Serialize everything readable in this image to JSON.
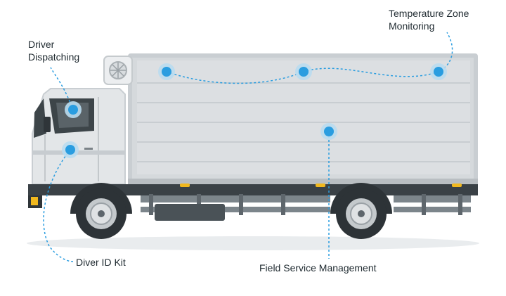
{
  "labels": {
    "driver_dispatching": [
      "Driver",
      "Dispatching"
    ],
    "temperature_zone_monitoring": [
      "Temperature Zone",
      "Monitoring"
    ],
    "diver_id_kit": "Diver ID Kit",
    "field_service_management": "Field Service Management"
  },
  "colors": {
    "marker": "#2a9de0",
    "marker_halo": "#b9dcef",
    "leader_line": "#2a9de0",
    "cab_body": "#e3e6e8",
    "cargo_box": "#d5d9dc",
    "chassis": "#3a4146",
    "wheel": "#2d3337",
    "rim": "#c4c9cc",
    "indicator_light": "#f1b81e",
    "text": "#1f2a30"
  }
}
